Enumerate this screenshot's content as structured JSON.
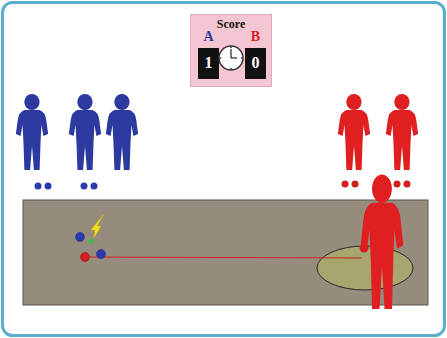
{
  "diagram": {
    "nodes": [
      {
        "text": [
          "Score"
        ]
      },
      {
        "text": [
          "A",
          "1"
        ],
        "in": 0
      },
      {
        "text": [
          "B",
          "0"
        ],
        "in": 0
      }
    ]
  }
}
